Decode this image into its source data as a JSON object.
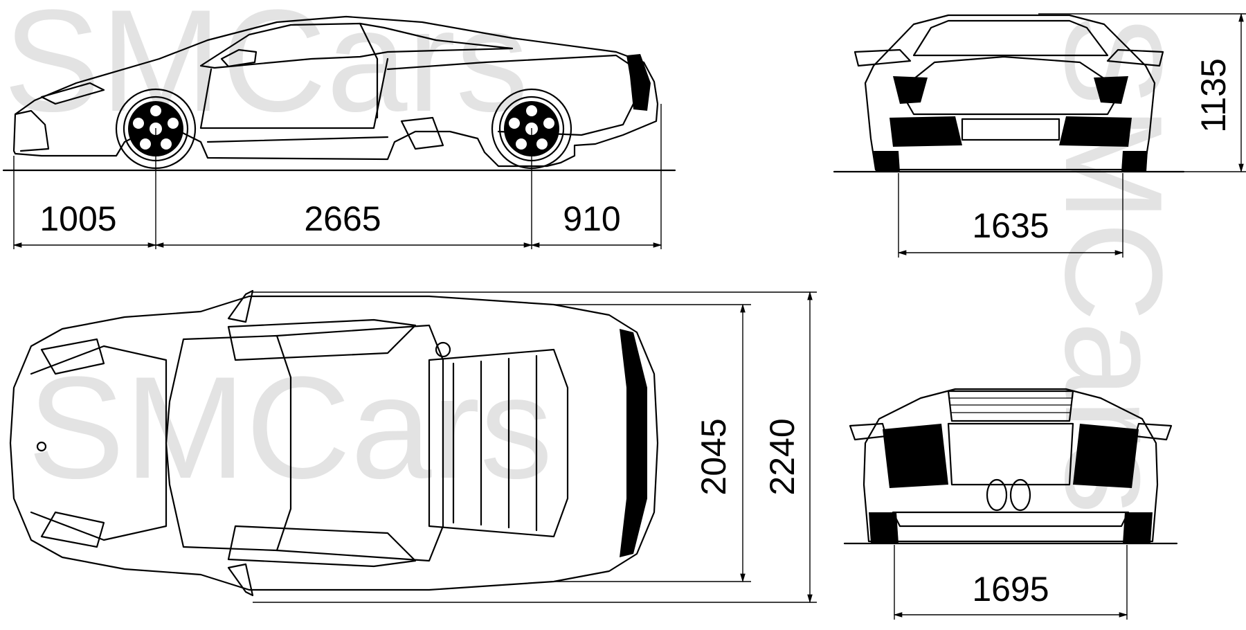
{
  "watermark": "SMCars",
  "dimensions": {
    "front_overhang": "1005",
    "wheelbase": "2665",
    "rear_overhang": "910",
    "height": "1135",
    "front_track": "1635",
    "rear_track": "1695",
    "width_body": "2045",
    "width_mirrors": "2240"
  },
  "views": [
    "side-view",
    "front-view",
    "top-view",
    "rear-view"
  ]
}
